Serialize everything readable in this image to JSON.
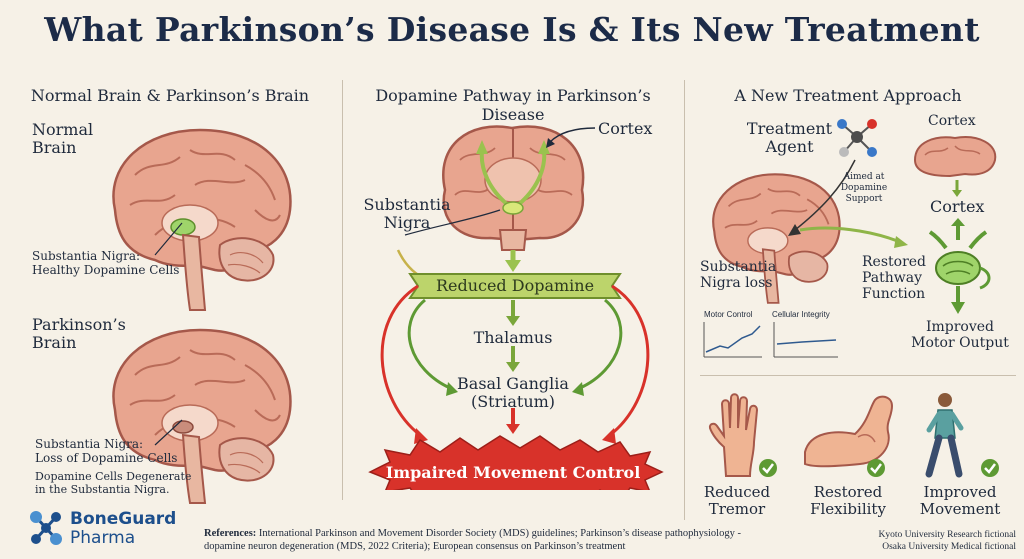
{
  "title": "What Parkinson’s Disease Is & Its New Treatment",
  "left_panel": {
    "heading": "Normal Brain & Parkinson’s Brain",
    "normal_title_1": "Normal",
    "normal_title_2": "Brain",
    "normal_label_1": "Substantia Nigra:",
    "normal_label_2": "Healthy Dopamine Cells",
    "pd_title_1": "Parkinson’s",
    "pd_title_2": "Brain",
    "pd_label_1": "Substantia Nigra:",
    "pd_label_2": "Loss of Dopamine Cells",
    "pd_note_1": "Dopamine Cells Degenerate",
    "pd_note_2": "in the Substantia Nigra."
  },
  "middle_panel": {
    "heading": "Dopamine Pathway in Parkinson’s Disease",
    "cortex": "Cortex",
    "sn_1": "Substantia",
    "sn_2": "Nigra",
    "reduced": "Reduced Dopamine",
    "thalamus": "Thalamus",
    "bg_1": "Basal Ganglia",
    "bg_2": "(Striatum)",
    "impaired": "Impaired Movement Control"
  },
  "right_panel": {
    "heading": "A New Treatment Approach",
    "agent_1": "Treatment",
    "agent_2": "Agent",
    "aimed_1": "Aimed at",
    "aimed_2": "Dopamine",
    "aimed_3": "Support",
    "cortex_top": "Cortex",
    "cortex_mid": "Cortex",
    "sn_loss_1": "Substantia",
    "sn_loss_2": "Nigra loss",
    "restored_1": "Restored",
    "restored_2": "Pathway",
    "restored_3": "Function",
    "improved_1": "Improved",
    "improved_2": "Motor Output",
    "chart_motor": "Motor Control",
    "chart_cellular": "Cellular Integrity",
    "results": [
      {
        "line1": "Reduced",
        "line2": "Tremor"
      },
      {
        "line1": "Restored",
        "line2": "Flexibility"
      },
      {
        "line1": "Improved",
        "line2": "Movement"
      }
    ]
  },
  "footer": {
    "logo_1": "BoneGuard",
    "logo_2": "Pharma",
    "refs_bold": "References:",
    "refs_1": " International Parkinson and Movement Disorder Society (MDS) guidelines; Parkinson’s disease pathophysiology -",
    "refs_2": "dopamine neuron degeneration (MDS, 2022 Criteria); European consensus on Parkinson’s treatment",
    "fict_1": "Kyoto University Research fictional",
    "fict_2": "Osaka University Medical fictional"
  },
  "colors": {
    "brain_pink": "#e8a58f",
    "brain_dark": "#b96b58",
    "green": "#7aa63a",
    "red": "#d8322a",
    "navy": "#1c2b48"
  }
}
